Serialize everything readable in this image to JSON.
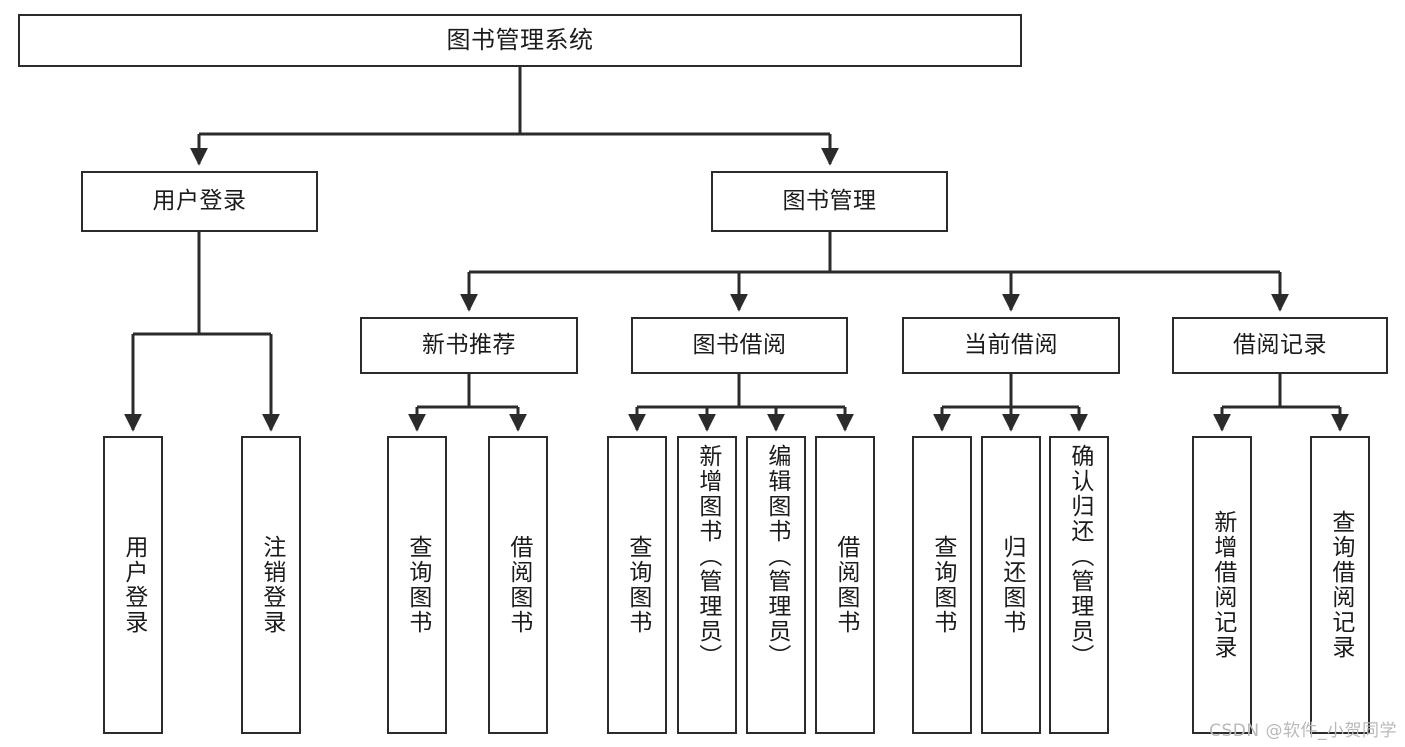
{
  "diagram": {
    "title": "图书管理系统",
    "watermark": "CSDN @软件_小贺同学",
    "line_color": "#2b2b2b",
    "box_fill": "#ffffff",
    "text_color": "#1b1b1b",
    "watermark_color": "#b9b9b9"
  },
  "nodes": {
    "root": {
      "label": "图书管理系统"
    },
    "level2": [
      {
        "label": "用户登录"
      },
      {
        "label": "图书管理"
      }
    ],
    "level3": [
      {
        "label": "新书推荐"
      },
      {
        "label": "图书借阅"
      },
      {
        "label": "当前借阅"
      },
      {
        "label": "借阅记录"
      }
    ],
    "leaves": {
      "user_login": [
        {
          "label": "用户登录"
        },
        {
          "label": "注销登录"
        }
      ],
      "new_book_recommend": [
        {
          "label": "查询图书"
        },
        {
          "label": "借阅图书"
        }
      ],
      "book_borrow": [
        {
          "label": "查询图书"
        },
        {
          "label": "新增图书（管理员）"
        },
        {
          "label": "编辑图书（管理员）"
        },
        {
          "label": "借阅图书"
        }
      ],
      "current_borrow": [
        {
          "label": "查询图书"
        },
        {
          "label": "归还图书"
        },
        {
          "label": "确认归还（管理员）"
        }
      ],
      "borrow_record": [
        {
          "label": "新增借阅记录"
        },
        {
          "label": "查询借阅记录"
        }
      ]
    }
  }
}
